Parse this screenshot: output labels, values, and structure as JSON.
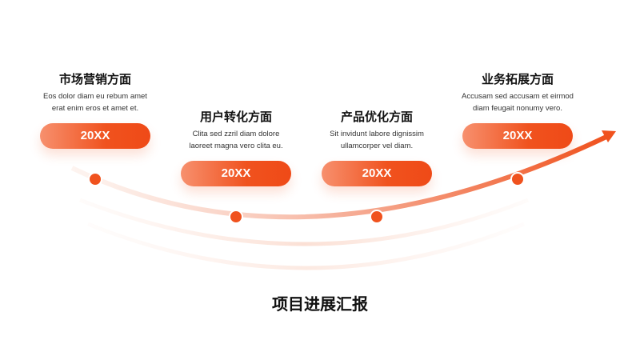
{
  "items": [
    {
      "title": "市场营销方面",
      "desc1": "Eos dolor diam eu rebum amet",
      "desc2": "erat enim eros et amet et.",
      "year": "20XX"
    },
    {
      "title": "用户转化方面",
      "desc1": "Clita sed zzril diam dolore",
      "desc2": "laoreet magna vero clita eu.",
      "year": "20XX"
    },
    {
      "title": "产品优化方面",
      "desc1": "Sit invidunt labore dignissim",
      "desc2": "ullamcorper vel diam.",
      "year": "20XX"
    },
    {
      "title": "业务拓展方面",
      "desc1": "Accusam sed accusam et eirmod",
      "desc2": "diam feugait nonumy vero.",
      "year": "20XX"
    }
  ],
  "main_title": "项目进展汇报",
  "colors": {
    "accent": "#f0521e",
    "light": "#f7906e"
  }
}
